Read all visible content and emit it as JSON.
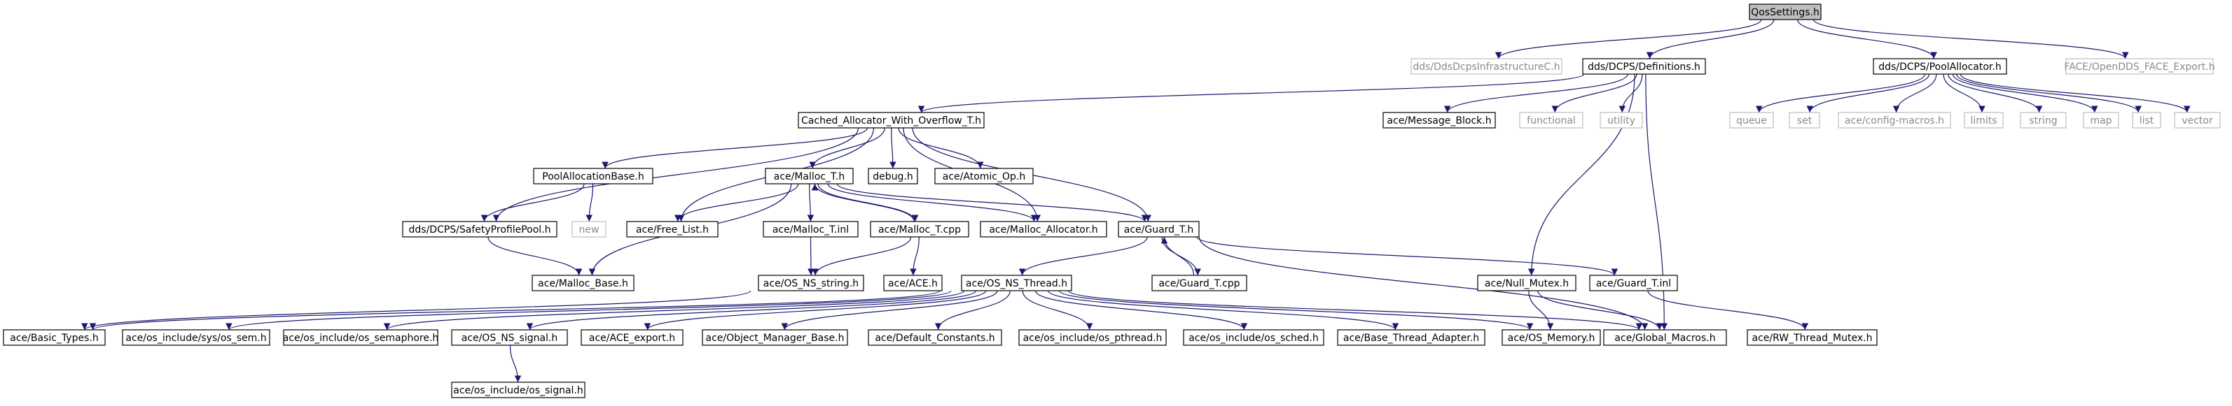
{
  "graph": {
    "edge_color": "#191970",
    "root_fill": "#bfbfbf",
    "gray_border": "#bfbfbf",
    "nodes": [
      {
        "id": "QosSettings.h",
        "label": "QosSettings.h",
        "style": "root"
      },
      {
        "id": "dds/DdsDcpsInfrastructureC.h",
        "label": "dds/DdsDcpsInfrastructureC.h",
        "style": "gray"
      },
      {
        "id": "dds/DCPS/Definitions.h",
        "label": "dds/DCPS/Definitions.h",
        "style": "solid"
      },
      {
        "id": "dds/DCPS/PoolAllocator.h",
        "label": "dds/DCPS/PoolAllocator.h",
        "style": "solid"
      },
      {
        "id": "FACE/OpenDDS_FACE_Export.h",
        "label": "FACE/OpenDDS_FACE_Export.h",
        "style": "gray"
      },
      {
        "id": "Cached_Allocator_With_Overflow_T.h",
        "label": "Cached_Allocator_With_Overflow_T.h",
        "style": "solid"
      },
      {
        "id": "ace/Message_Block.h",
        "label": "ace/Message_Block.h",
        "style": "solid"
      },
      {
        "id": "functional",
        "label": "functional",
        "style": "gray"
      },
      {
        "id": "utility",
        "label": "utility",
        "style": "gray"
      },
      {
        "id": "queue",
        "label": "queue",
        "style": "gray"
      },
      {
        "id": "set",
        "label": "set",
        "style": "gray"
      },
      {
        "id": "ace/config-macros.h",
        "label": "ace/config-macros.h",
        "style": "gray"
      },
      {
        "id": "limits",
        "label": "limits",
        "style": "gray"
      },
      {
        "id": "string",
        "label": "string",
        "style": "gray"
      },
      {
        "id": "map",
        "label": "map",
        "style": "gray"
      },
      {
        "id": "list",
        "label": "list",
        "style": "gray"
      },
      {
        "id": "vector",
        "label": "vector",
        "style": "gray"
      },
      {
        "id": "PoolAllocationBase.h",
        "label": "PoolAllocationBase.h",
        "style": "solid"
      },
      {
        "id": "ace/Malloc_T.h",
        "label": "ace/Malloc_T.h",
        "style": "solid"
      },
      {
        "id": "debug.h",
        "label": "debug.h",
        "style": "solid"
      },
      {
        "id": "ace/Atomic_Op.h",
        "label": "ace/Atomic_Op.h",
        "style": "solid"
      },
      {
        "id": "dds/DCPS/SafetyProfilePool.h",
        "label": "dds/DCPS/SafetyProfilePool.h",
        "style": "solid"
      },
      {
        "id": "new",
        "label": "new",
        "style": "gray"
      },
      {
        "id": "ace/Free_List.h",
        "label": "ace/Free_List.h",
        "style": "solid"
      },
      {
        "id": "ace/Malloc_T.inl",
        "label": "ace/Malloc_T.inl",
        "style": "solid"
      },
      {
        "id": "ace/Malloc_T.cpp",
        "label": "ace/Malloc_T.cpp",
        "style": "solid"
      },
      {
        "id": "ace/Malloc_Allocator.h",
        "label": "ace/Malloc_Allocator.h",
        "style": "solid"
      },
      {
        "id": "ace/Guard_T.h",
        "label": "ace/Guard_T.h",
        "style": "solid"
      },
      {
        "id": "ace/Malloc_Base.h",
        "label": "ace/Malloc_Base.h",
        "style": "solid"
      },
      {
        "id": "ace/OS_NS_string.h",
        "label": "ace/OS_NS_string.h",
        "style": "solid"
      },
      {
        "id": "ace/ACE.h",
        "label": "ace/ACE.h",
        "style": "solid"
      },
      {
        "id": "ace/OS_NS_Thread.h",
        "label": "ace/OS_NS_Thread.h",
        "style": "solid"
      },
      {
        "id": "ace/Guard_T.cpp",
        "label": "ace/Guard_T.cpp",
        "style": "solid"
      },
      {
        "id": "ace/Null_Mutex.h",
        "label": "ace/Null_Mutex.h",
        "style": "solid"
      },
      {
        "id": "ace/Guard_T.inl",
        "label": "ace/Guard_T.inl",
        "style": "solid"
      },
      {
        "id": "ace/Basic_Types.h",
        "label": "ace/Basic_Types.h",
        "style": "solid"
      },
      {
        "id": "ace/os_include/sys/os_sem.h",
        "label": "ace/os_include/sys/os_sem.h",
        "style": "solid"
      },
      {
        "id": "ace/os_include/os_semaphore.h",
        "label": "ace/os_include/os_semaphore.h",
        "style": "solid"
      },
      {
        "id": "ace/OS_NS_signal.h",
        "label": "ace/OS_NS_signal.h",
        "style": "solid"
      },
      {
        "id": "ace/ACE_export.h",
        "label": "ace/ACE_export.h",
        "style": "solid"
      },
      {
        "id": "ace/Object_Manager_Base.h",
        "label": "ace/Object_Manager_Base.h",
        "style": "solid"
      },
      {
        "id": "ace/Default_Constants.h",
        "label": "ace/Default_Constants.h",
        "style": "solid"
      },
      {
        "id": "ace/os_include/os_pthread.h",
        "label": "ace/os_include/os_pthread.h",
        "style": "solid"
      },
      {
        "id": "ace/os_include/os_sched.h",
        "label": "ace/os_include/os_sched.h",
        "style": "solid"
      },
      {
        "id": "ace/Base_Thread_Adapter.h",
        "label": "ace/Base_Thread_Adapter.h",
        "style": "solid"
      },
      {
        "id": "ace/OS_Memory.h",
        "label": "ace/OS_Memory.h",
        "style": "solid"
      },
      {
        "id": "ace/Global_Macros.h",
        "label": "ace/Global_Macros.h",
        "style": "solid"
      },
      {
        "id": "ace/RW_Thread_Mutex.h",
        "label": "ace/RW_Thread_Mutex.h",
        "style": "solid"
      },
      {
        "id": "ace/os_include/os_signal.h",
        "label": "ace/os_include/os_signal.h",
        "style": "solid"
      }
    ],
    "edges": [
      [
        "QosSettings.h",
        "dds/DdsDcpsInfrastructureC.h"
      ],
      [
        "QosSettings.h",
        "dds/DCPS/Definitions.h"
      ],
      [
        "QosSettings.h",
        "dds/DCPS/PoolAllocator.h"
      ],
      [
        "QosSettings.h",
        "FACE/OpenDDS_FACE_Export.h"
      ],
      [
        "dds/DCPS/Definitions.h",
        "Cached_Allocator_With_Overflow_T.h"
      ],
      [
        "dds/DCPS/Definitions.h",
        "ace/Message_Block.h"
      ],
      [
        "dds/DCPS/Definitions.h",
        "functional"
      ],
      [
        "dds/DCPS/Definitions.h",
        "utility"
      ],
      [
        "dds/DCPS/Definitions.h",
        "ace/Null_Mutex.h"
      ],
      [
        "dds/DCPS/Definitions.h",
        "ace/Global_Macros.h"
      ],
      [
        "dds/DCPS/PoolAllocator.h",
        "queue"
      ],
      [
        "dds/DCPS/PoolAllocator.h",
        "set"
      ],
      [
        "dds/DCPS/PoolAllocator.h",
        "ace/config-macros.h"
      ],
      [
        "dds/DCPS/PoolAllocator.h",
        "limits"
      ],
      [
        "dds/DCPS/PoolAllocator.h",
        "string"
      ],
      [
        "dds/DCPS/PoolAllocator.h",
        "map"
      ],
      [
        "dds/DCPS/PoolAllocator.h",
        "list"
      ],
      [
        "dds/DCPS/PoolAllocator.h",
        "vector"
      ],
      [
        "Cached_Allocator_With_Overflow_T.h",
        "PoolAllocationBase.h"
      ],
      [
        "Cached_Allocator_With_Overflow_T.h",
        "dds/DCPS/SafetyProfilePool.h"
      ],
      [
        "Cached_Allocator_With_Overflow_T.h",
        "ace/Free_List.h"
      ],
      [
        "Cached_Allocator_With_Overflow_T.h",
        "ace/Malloc_T.h"
      ],
      [
        "Cached_Allocator_With_Overflow_T.h",
        "debug.h"
      ],
      [
        "Cached_Allocator_With_Overflow_T.h",
        "ace/Atomic_Op.h"
      ],
      [
        "Cached_Allocator_With_Overflow_T.h",
        "ace/Malloc_Allocator.h"
      ],
      [
        "Cached_Allocator_With_Overflow_T.h",
        "ace/Guard_T.h"
      ],
      [
        "PoolAllocationBase.h",
        "dds/DCPS/SafetyProfilePool.h"
      ],
      [
        "PoolAllocationBase.h",
        "new"
      ],
      [
        "dds/DCPS/SafetyProfilePool.h",
        "ace/Malloc_Base.h"
      ],
      [
        "ace/Malloc_T.h",
        "ace/Free_List.h"
      ],
      [
        "ace/Malloc_T.h",
        "ace/Malloc_T.inl"
      ],
      [
        "ace/Malloc_T.h",
        "ace/Malloc_T.cpp"
      ],
      [
        "ace/Malloc_T.h",
        "ace/Malloc_Allocator.h"
      ],
      [
        "ace/Malloc_T.h",
        "ace/Guard_T.h"
      ],
      [
        "ace/Malloc_T.h",
        "ace/Malloc_Base.h"
      ],
      [
        "ace/Malloc_T.cpp",
        "ace/Malloc_T.h"
      ],
      [
        "ace/Malloc_T.cpp",
        "ace/OS_NS_string.h"
      ],
      [
        "ace/Malloc_T.cpp",
        "ace/ACE.h"
      ],
      [
        "ace/Malloc_T.inl",
        "ace/OS_NS_string.h"
      ],
      [
        "ace/OS_NS_string.h",
        "ace/Basic_Types.h"
      ],
      [
        "ace/Guard_T.h",
        "ace/OS_NS_Thread.h"
      ],
      [
        "ace/Guard_T.h",
        "ace/Guard_T.cpp"
      ],
      [
        "ace/Guard_T.h",
        "ace/Guard_T.inl"
      ],
      [
        "ace/Guard_T.h",
        "ace/Global_Macros.h"
      ],
      [
        "ace/Guard_T.cpp",
        "ace/Guard_T.h"
      ],
      [
        "ace/Guard_T.inl",
        "ace/RW_Thread_Mutex.h"
      ],
      [
        "ace/Null_Mutex.h",
        "ace/OS_Memory.h"
      ],
      [
        "ace/Null_Mutex.h",
        "ace/Global_Macros.h"
      ],
      [
        "ace/OS_NS_Thread.h",
        "ace/Basic_Types.h"
      ],
      [
        "ace/OS_NS_Thread.h",
        "ace/os_include/sys/os_sem.h"
      ],
      [
        "ace/OS_NS_Thread.h",
        "ace/os_include/os_semaphore.h"
      ],
      [
        "ace/OS_NS_Thread.h",
        "ace/OS_NS_signal.h"
      ],
      [
        "ace/OS_NS_Thread.h",
        "ace/ACE_export.h"
      ],
      [
        "ace/OS_NS_Thread.h",
        "ace/Object_Manager_Base.h"
      ],
      [
        "ace/OS_NS_Thread.h",
        "ace/Default_Constants.h"
      ],
      [
        "ace/OS_NS_Thread.h",
        "ace/os_include/os_pthread.h"
      ],
      [
        "ace/OS_NS_Thread.h",
        "ace/os_include/os_sched.h"
      ],
      [
        "ace/OS_NS_Thread.h",
        "ace/Base_Thread_Adapter.h"
      ],
      [
        "ace/OS_NS_Thread.h",
        "ace/OS_Memory.h"
      ],
      [
        "ace/OS_NS_Thread.h",
        "ace/Global_Macros.h"
      ],
      [
        "ace/OS_NS_signal.h",
        "ace/os_include/os_signal.h"
      ]
    ]
  }
}
